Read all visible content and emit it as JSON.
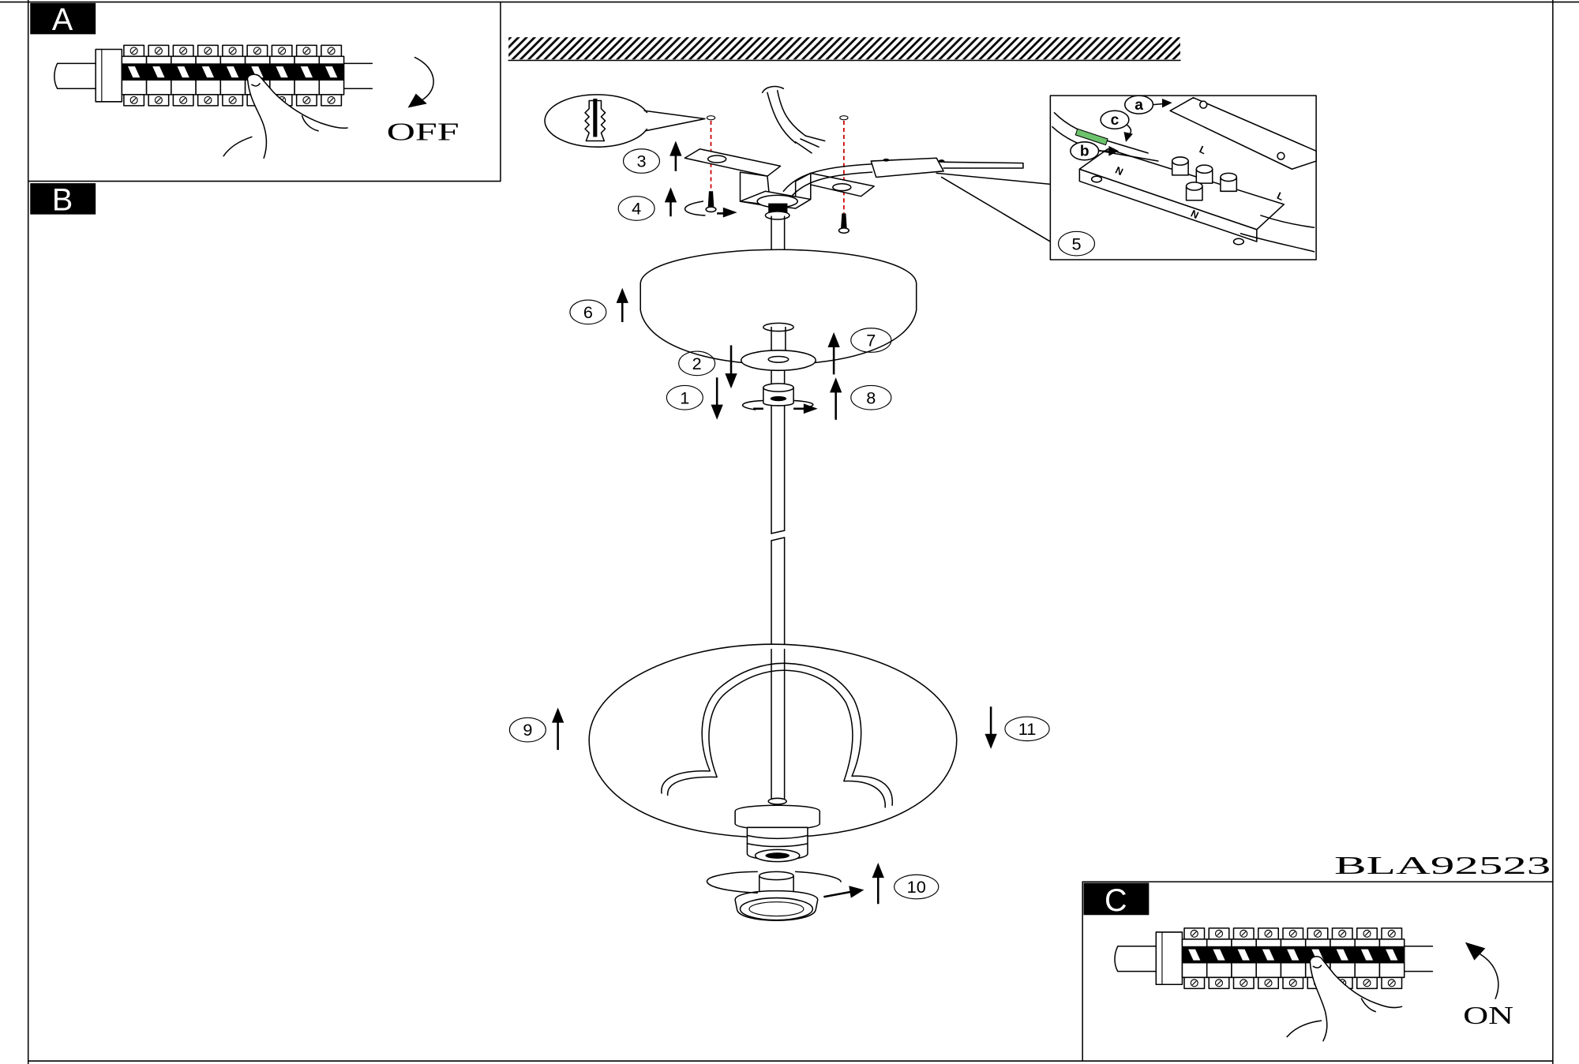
{
  "panels": {
    "a": {
      "label": "A",
      "switch_state": "OFF"
    },
    "b": {
      "label": "B"
    },
    "c": {
      "label": "C",
      "switch_state": "ON"
    }
  },
  "model_code": "BLA92523",
  "steps": [
    "1",
    "2",
    "3",
    "4",
    "5",
    "6",
    "7",
    "8",
    "9",
    "10",
    "11"
  ],
  "wiring_callouts": {
    "a": "a",
    "b": "b",
    "c": "c"
  },
  "terminal_labels": {
    "live": "L",
    "neutral": "N"
  },
  "icons": {
    "breaker": "circuit-breaker-icon",
    "hand": "hand-icon",
    "dowel": "wall-plug-icon",
    "screw": "screw-icon",
    "arrow": "arrow-icon",
    "rotate": "rotate-icon"
  },
  "colors": {
    "line": "#000000",
    "background": "#ffffff",
    "screw_axis": "#cc0000",
    "earth_wire": "#6cc36c"
  }
}
